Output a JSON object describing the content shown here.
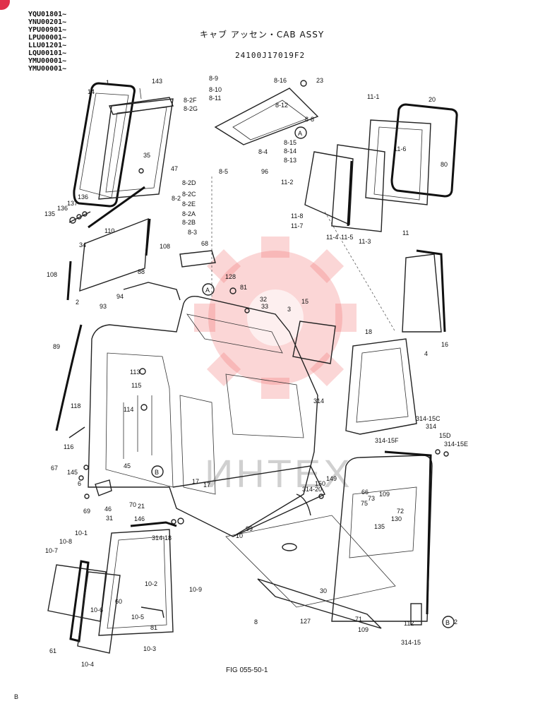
{
  "header": {
    "serials": [
      "YQU01801~",
      "YNU00201~",
      "YPU00901~",
      "LPU00001~",
      "LLU01201~",
      "LQU00101~",
      "YMU00001~",
      "YMU00001~"
    ],
    "title": "キャブ アッセン・CAB ASSY",
    "part_code": "24100J17019F2",
    "figure": "FIG 055-50-1"
  },
  "watermark": {
    "text": "ИНТЕХ",
    "color": "#f26b6b"
  },
  "callouts": [
    {
      "text": "A"
    },
    {
      "text": "A"
    },
    {
      "text": "B"
    },
    {
      "text": "B"
    }
  ],
  "labels": [
    "14",
    "1",
    "143",
    "8-9",
    "8-16",
    "23",
    "8-10",
    "8-11",
    "8-2F",
    "8-2G",
    "8-12",
    "8-8",
    "11-1",
    "20",
    "8-15",
    "8-14",
    "8-13",
    "8-4",
    "96",
    "11-6",
    "35",
    "47",
    "80",
    "8-2D",
    "8-5",
    "11-2",
    "137",
    "136",
    "136",
    "135",
    "8-2C",
    "8-2E",
    "8-2",
    "8-2A",
    "8-2B",
    "8-3",
    "11-8",
    "11-7",
    "11",
    "110",
    "108",
    "34",
    "11-4",
    "11-5",
    "11-3",
    "68",
    "108",
    "88",
    "128",
    "81",
    "32",
    "33",
    "94",
    "93",
    "2",
    "3",
    "15",
    "18",
    "16",
    "4",
    "89",
    "113",
    "115",
    "114",
    "314",
    "118",
    "116",
    "314-15C",
    "314",
    "15D",
    "314-15E",
    "314-15F",
    "67",
    "145",
    "45",
    "17",
    "17",
    "6",
    "46",
    "69",
    "70",
    "21",
    "146",
    "314-18",
    "314-20",
    "150",
    "149",
    "66",
    "109",
    "75",
    "73",
    "72",
    "31",
    "10-1",
    "10-8",
    "10-7",
    "10-2",
    "10-9",
    "60",
    "10-6",
    "10-5",
    "81",
    "61",
    "10-4",
    "10-3",
    "10",
    "99",
    "135",
    "130",
    "30",
    "8",
    "127",
    "71",
    "109",
    "314-15",
    "112",
    "2",
    "B"
  ]
}
